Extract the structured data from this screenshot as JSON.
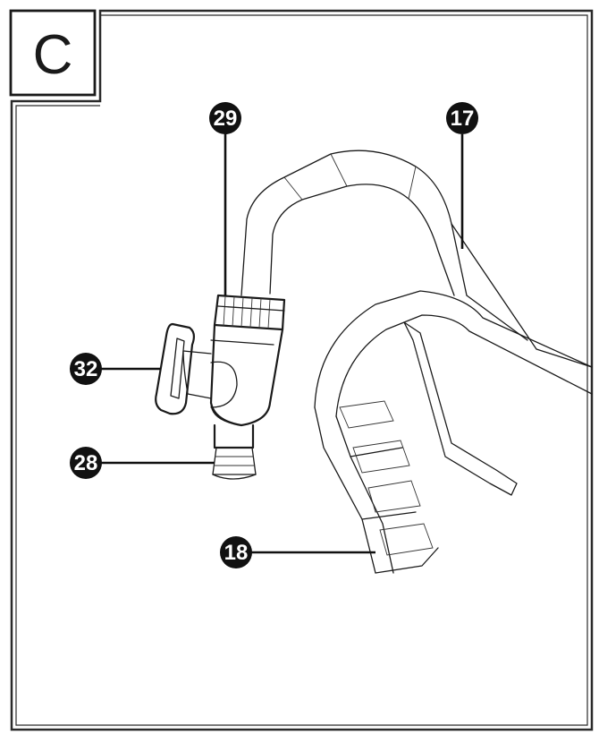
{
  "step": {
    "letter": "C"
  },
  "callouts": {
    "c29": "29",
    "c17": "17",
    "c32": "32",
    "c28": "28",
    "c18": "18"
  },
  "colors": {
    "ink": "#1a1a1a",
    "background": "#ffffff"
  }
}
